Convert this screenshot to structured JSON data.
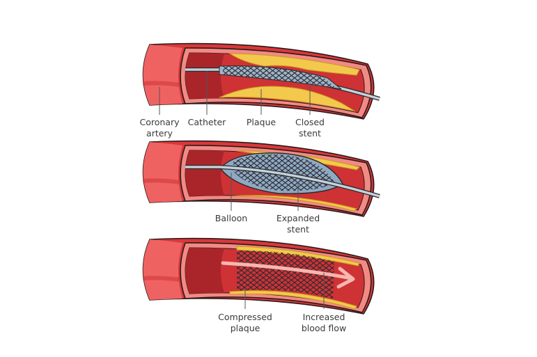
{
  "colors": {
    "artery": "#d9383b",
    "artery_light": "#ef6262",
    "wall": "#f28a84",
    "lumen": "#cf3235",
    "lumen_dark": "#a9252a",
    "plaque": "#f2c94c",
    "plaque_dark": "#c99a22",
    "stent": "#9fb4c8",
    "balloon": "#8fa9c2",
    "flow": "#f6b7b0"
  },
  "panels": [
    {
      "stage": "closed",
      "labels": [
        {
          "lines": [
            "Coronary",
            "artery"
          ]
        },
        {
          "lines": [
            "Catheter"
          ]
        },
        {
          "lines": [
            "Plaque"
          ]
        },
        {
          "lines": [
            "Closed",
            "stent"
          ]
        }
      ]
    },
    {
      "stage": "expanded",
      "labels": [
        {
          "lines": [
            "Balloon"
          ]
        },
        {
          "lines": [
            "Expanded",
            "stent"
          ]
        }
      ]
    },
    {
      "stage": "deployed",
      "labels": [
        {
          "lines": [
            "Compressed",
            "plaque"
          ]
        },
        {
          "lines": [
            "Increased",
            "blood flow"
          ]
        }
      ]
    }
  ]
}
